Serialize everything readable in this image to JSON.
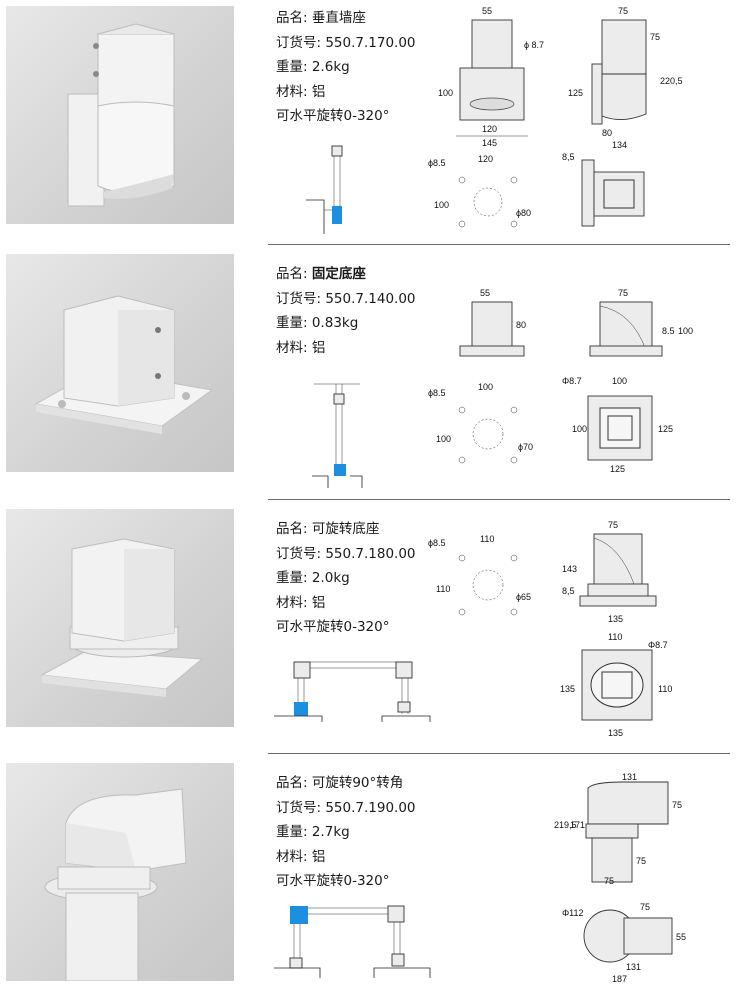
{
  "products": [
    {
      "name_label": "品名: ",
      "name": "垂直墙座",
      "order_label": "订货号: ",
      "order_no": "550.7.170.00",
      "weight_label": "重量: ",
      "weight": "2.6kg",
      "material_label": "材料: ",
      "material": "铝",
      "rotation": "可水平旋转0-320°",
      "dims": {
        "front_top": "55",
        "front_dia": "ϕ 8.7",
        "front_h": "100",
        "front_w1": "120",
        "front_w2": "145",
        "side_top": "75",
        "side_h1": "75",
        "side_h2": "220,5",
        "side_h3": "125",
        "side_w1": "80",
        "side_w2": "134",
        "plan_dia": "ϕ8.5",
        "plan_w": "120",
        "plan_h": "100",
        "plan_c": "ϕ80",
        "top_off": "8,5"
      }
    },
    {
      "name_label": "品名: ",
      "name": "固定底座",
      "order_label": "订货号: ",
      "order_no": "550.7.140.00",
      "weight_label": "重量: ",
      "weight": "0.83kg",
      "material_label": "材料: ",
      "material": "铝",
      "rotation": "",
      "dims": {
        "front_top": "55",
        "front_h": "80",
        "side_top": "75",
        "side_h1": "8.5",
        "side_h2": "100",
        "plan_dia": "ϕ8.5",
        "plan_w": "100",
        "plan_h": "100",
        "plan_c": "ϕ70",
        "top_dia": "Φ8.7",
        "top_w": "100",
        "top_h1": "100",
        "top_h2": "125",
        "top_w2": "125"
      }
    },
    {
      "name_label": "品名: ",
      "name": "可旋转底座",
      "order_label": "订货号: ",
      "order_no": "550.7.180.00",
      "weight_label": "重量: ",
      "weight": "2.0kg",
      "material_label": "材料: ",
      "material": "铝",
      "rotation": "可水平旋转0-320°",
      "dims": {
        "plan_dia": "ϕ8.5",
        "plan_w": "110",
        "plan_h": "110",
        "plan_c": "ϕ65",
        "side_top": "75",
        "side_h1": "143",
        "side_h2": "8,5",
        "side_w": "135",
        "top_w": "110",
        "top_dia": "Φ8.7",
        "top_h1": "135",
        "top_h2": "110",
        "top_w2": "135"
      }
    },
    {
      "name_label": "品名: ",
      "name": "可旋转90°转角",
      "order_label": "订货号: ",
      "order_no": "550.7.190.00",
      "weight_label": "重量: ",
      "weight": "2.7kg",
      "material_label": "材料: ",
      "material": "铝",
      "rotation": "可水平旋转0-320°",
      "dims": {
        "side_w": "131",
        "side_h1": "219,5",
        "side_h2": "171",
        "side_h3": "75",
        "side_h4": "75",
        "side_w2": "75",
        "top_dia": "Φ112",
        "top_w": "75",
        "top_h": "55",
        "top_w2": "131",
        "top_w3": "187"
      }
    }
  ],
  "colors": {
    "highlight": "#1d8fe0",
    "line": "#222222",
    "divider": "#6a6a6a"
  }
}
